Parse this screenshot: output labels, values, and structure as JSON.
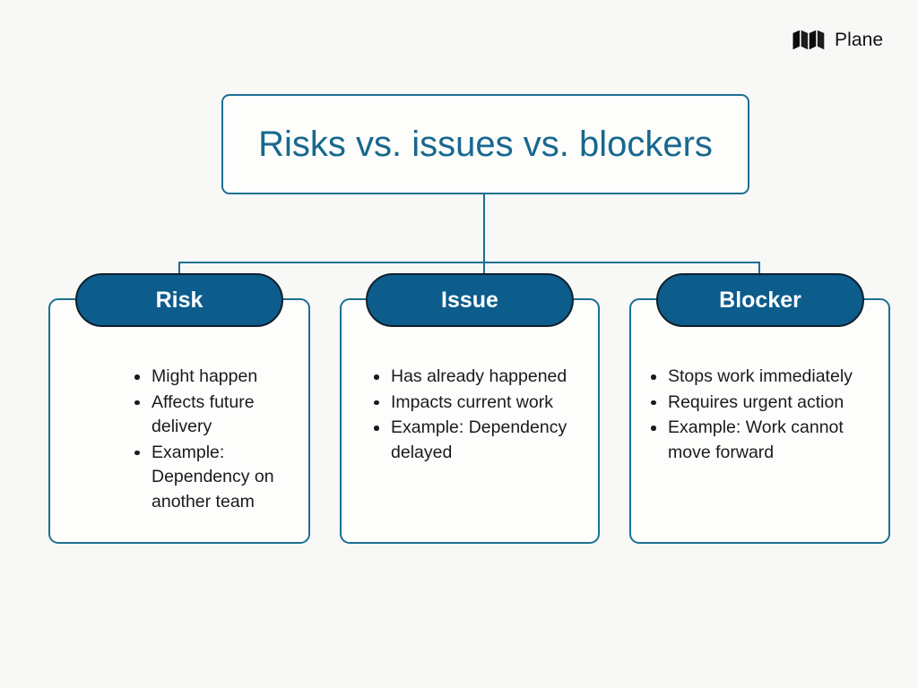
{
  "brand": {
    "name": "Plane",
    "logo_icon": "plane-logo-icon"
  },
  "diagram": {
    "type": "hierarchy-tree",
    "title": "Risks vs. issues vs. blockers",
    "colors": {
      "background": "#f8f8f7",
      "accent_border": "#1d6f92",
      "title_text": "#18688e",
      "pill_fill": "#0c5c8c",
      "pill_outline": "#10202c",
      "pill_text": "#ffffff",
      "body_text": "#1b1b1b",
      "card_fill": "#fdfdfc"
    },
    "nodes": [
      {
        "id": "risk",
        "label": "Risk",
        "bullets": [
          "Might happen",
          "Affects future delivery",
          "Example: Dependency on another team"
        ]
      },
      {
        "id": "issue",
        "label": "Issue",
        "bullets": [
          "Has already happened",
          "Impacts current work",
          "Example: Dependency delayed"
        ]
      },
      {
        "id": "blocker",
        "label": "Blocker",
        "bullets": [
          "Stops work immediately",
          "Requires urgent action",
          "Example: Work cannot move forward"
        ]
      }
    ]
  }
}
